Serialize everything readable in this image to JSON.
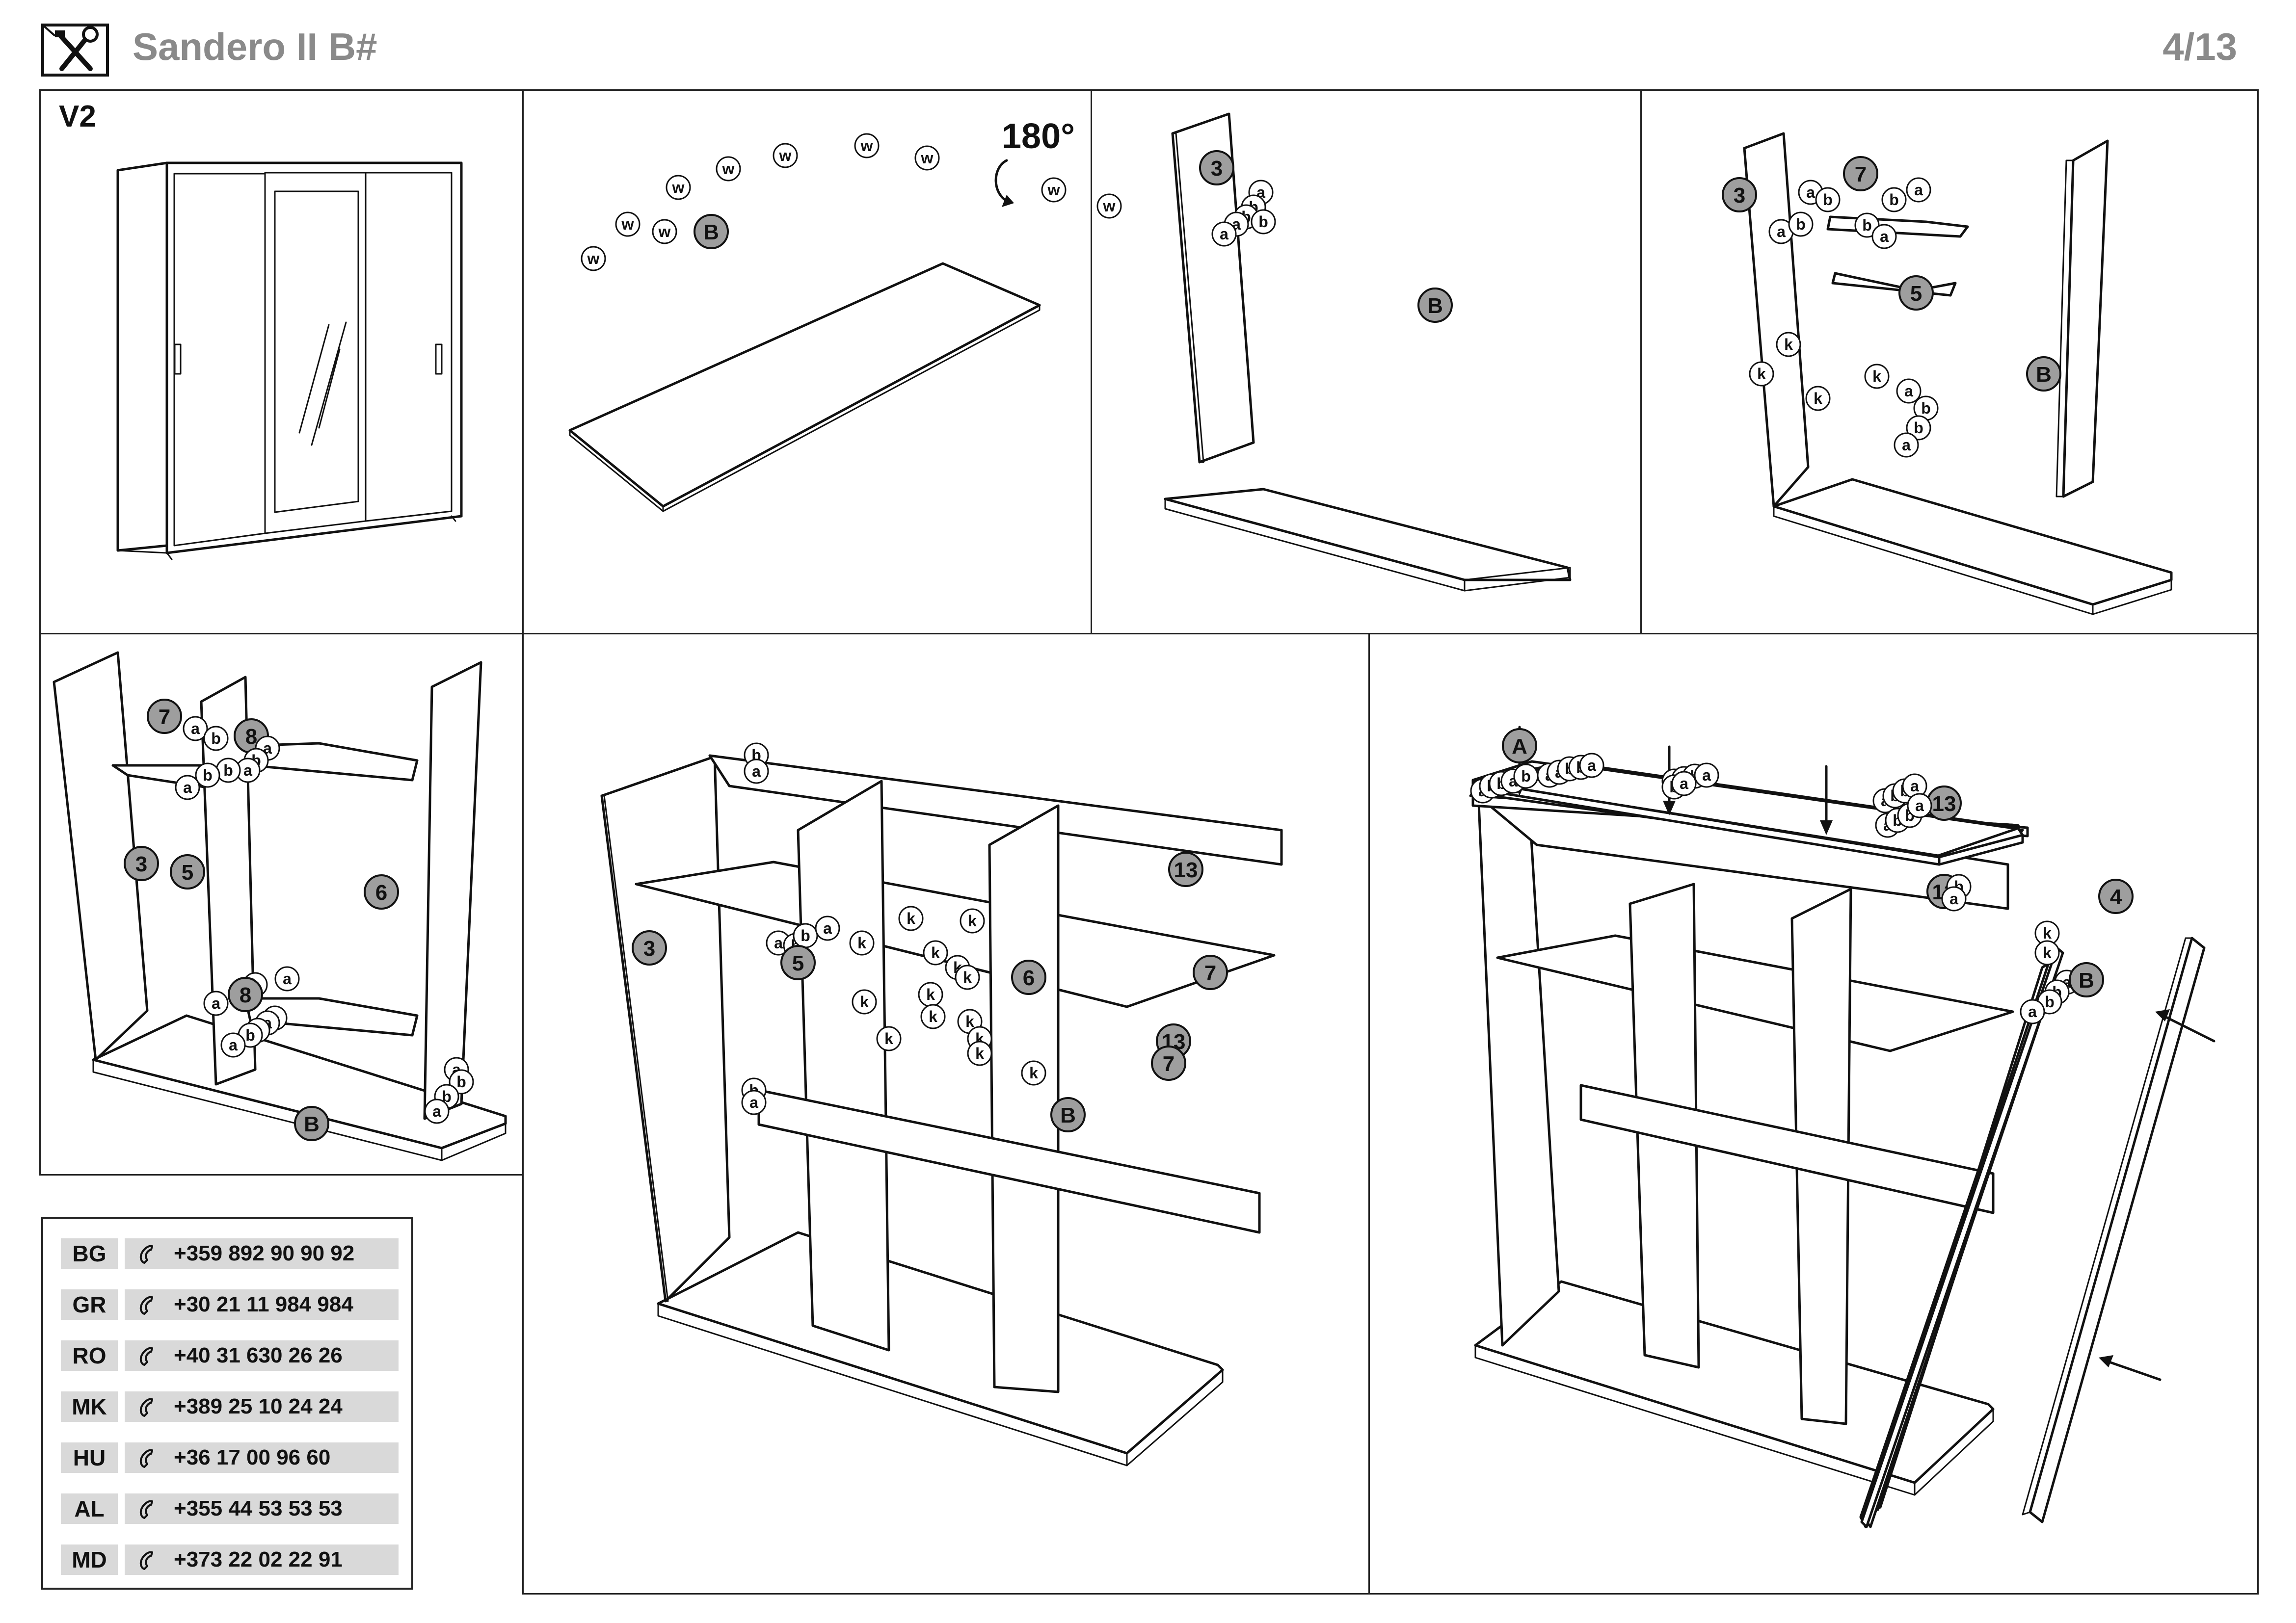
{
  "header": {
    "title": "Sandero II B#",
    "page": "4/13",
    "icon": "tools-icon"
  },
  "panels": {
    "p1": {
      "version": "V2"
    },
    "p2": {
      "rotation": "180°"
    }
  },
  "contacts": [
    {
      "code": "BG",
      "phone": "+359 892 90 90 92"
    },
    {
      "code": "GR",
      "phone": "+30 21 11 984 984"
    },
    {
      "code": "RO",
      "phone": "+40 31 630 26 26"
    },
    {
      "code": "MK",
      "phone": "+389 25 10 24 24"
    },
    {
      "code": "HU",
      "phone": "+36 17 00 96 60"
    },
    {
      "code": "AL",
      "phone": "+355 44 53 53 53"
    },
    {
      "code": "MD",
      "phone": "+373 22 02 22 91"
    }
  ],
  "callouts": {
    "p2": [
      "w",
      "w",
      "w",
      "w",
      "w",
      "w",
      "w",
      "w",
      "w",
      "w",
      "B"
    ],
    "p3": [
      "3",
      "a",
      "b",
      "b",
      "a",
      "a",
      "b",
      "B"
    ],
    "p4": [
      "a",
      "b",
      "7",
      "b",
      "a",
      "a",
      "b",
      "b",
      "a",
      "3",
      "5",
      "k",
      "k",
      "k",
      "k",
      "a",
      "b",
      "b",
      "a",
      "B"
    ],
    "p5": [
      "7",
      "a",
      "b",
      "8",
      "a",
      "b",
      "a",
      "b",
      "b",
      "a",
      "3",
      "5",
      "6",
      "a",
      "b",
      "8",
      "a",
      "b",
      "a",
      "b",
      "b",
      "a",
      "a",
      "b",
      "b",
      "a",
      "B"
    ],
    "p6": [
      "b",
      "a",
      "13",
      "3",
      "a",
      "b",
      "b",
      "a",
      "7",
      "5",
      "6",
      "k",
      "k",
      "k",
      "k",
      "k",
      "k",
      "b",
      "a",
      "k",
      "k",
      "k",
      "k",
      "k",
      "13",
      "k",
      "7",
      "k",
      "k",
      "B"
    ],
    "p7": [
      "A",
      "a",
      "b",
      "b",
      "a",
      "b",
      "a",
      "a",
      "b",
      "b",
      "a",
      "a",
      "b",
      "b",
      "a",
      "b",
      "a",
      "13",
      "a",
      "b",
      "b",
      "a",
      "a",
      "b",
      "b",
      "a",
      "13",
      "b",
      "a",
      "4",
      "k",
      "k",
      "a",
      "b",
      "b",
      "a",
      "B"
    ]
  },
  "colors": {
    "accent_grey": "#9e9e9e",
    "label_grey": "#8a8a8a",
    "contact_bg": "#d9d9d9"
  }
}
